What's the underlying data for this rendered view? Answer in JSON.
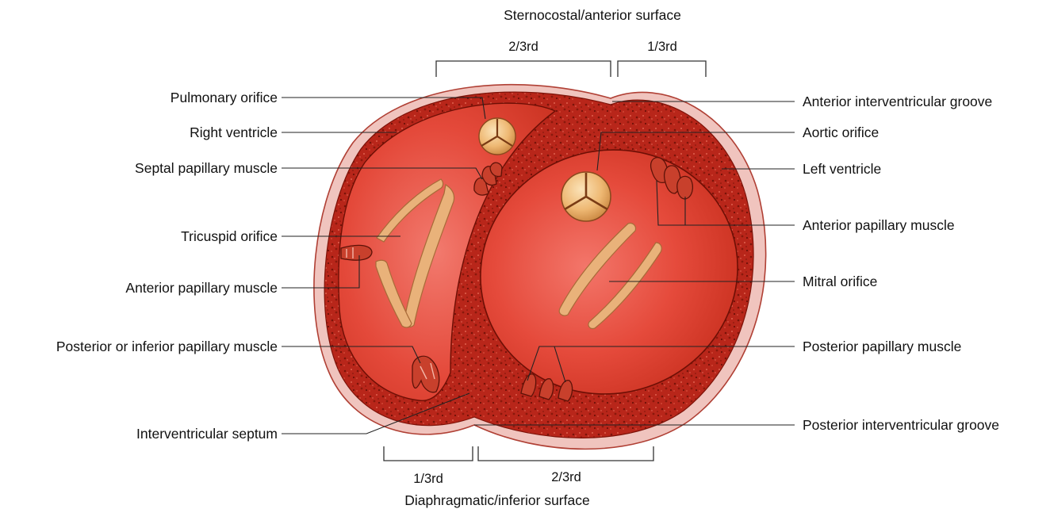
{
  "top": {
    "title": "Sternocostal/anterior surface",
    "left_fraction": "2/3rd",
    "right_fraction": "1/3rd"
  },
  "bottom": {
    "title": "Diaphragmatic/inferior surface",
    "left_fraction": "1/3rd",
    "right_fraction": "2/3rd"
  },
  "left_labels": {
    "pulmonary_orifice": "Pulmonary orifice",
    "right_ventricle": "Right ventricle",
    "septal_papillary_muscle": "Septal papillary muscle",
    "tricuspid_orifice": "Tricuspid orifice",
    "anterior_papillary_muscle": "Anterior papillary muscle",
    "posterior_inferior_papillary_muscle": "Posterior or inferior papillary muscle",
    "interventricular_septum": "Interventricular septum"
  },
  "right_labels": {
    "anterior_interventricular_groove": "Anterior interventricular groove",
    "aortic_orifice": "Aortic orifice",
    "left_ventricle": "Left ventricle",
    "anterior_papillary_muscle": "Anterior papillary muscle",
    "mitral_orifice": "Mitral orifice",
    "posterior_papillary_muscle": "Posterior papillary muscle",
    "posterior_interventricular_groove": "Posterior interventricular groove"
  },
  "colors": {
    "pericardium": "#f0c4be",
    "myocardium": "#b8261a",
    "cavity": "#e8493a",
    "chordae": "#e9b27a",
    "valve": "#f2c07a"
  }
}
